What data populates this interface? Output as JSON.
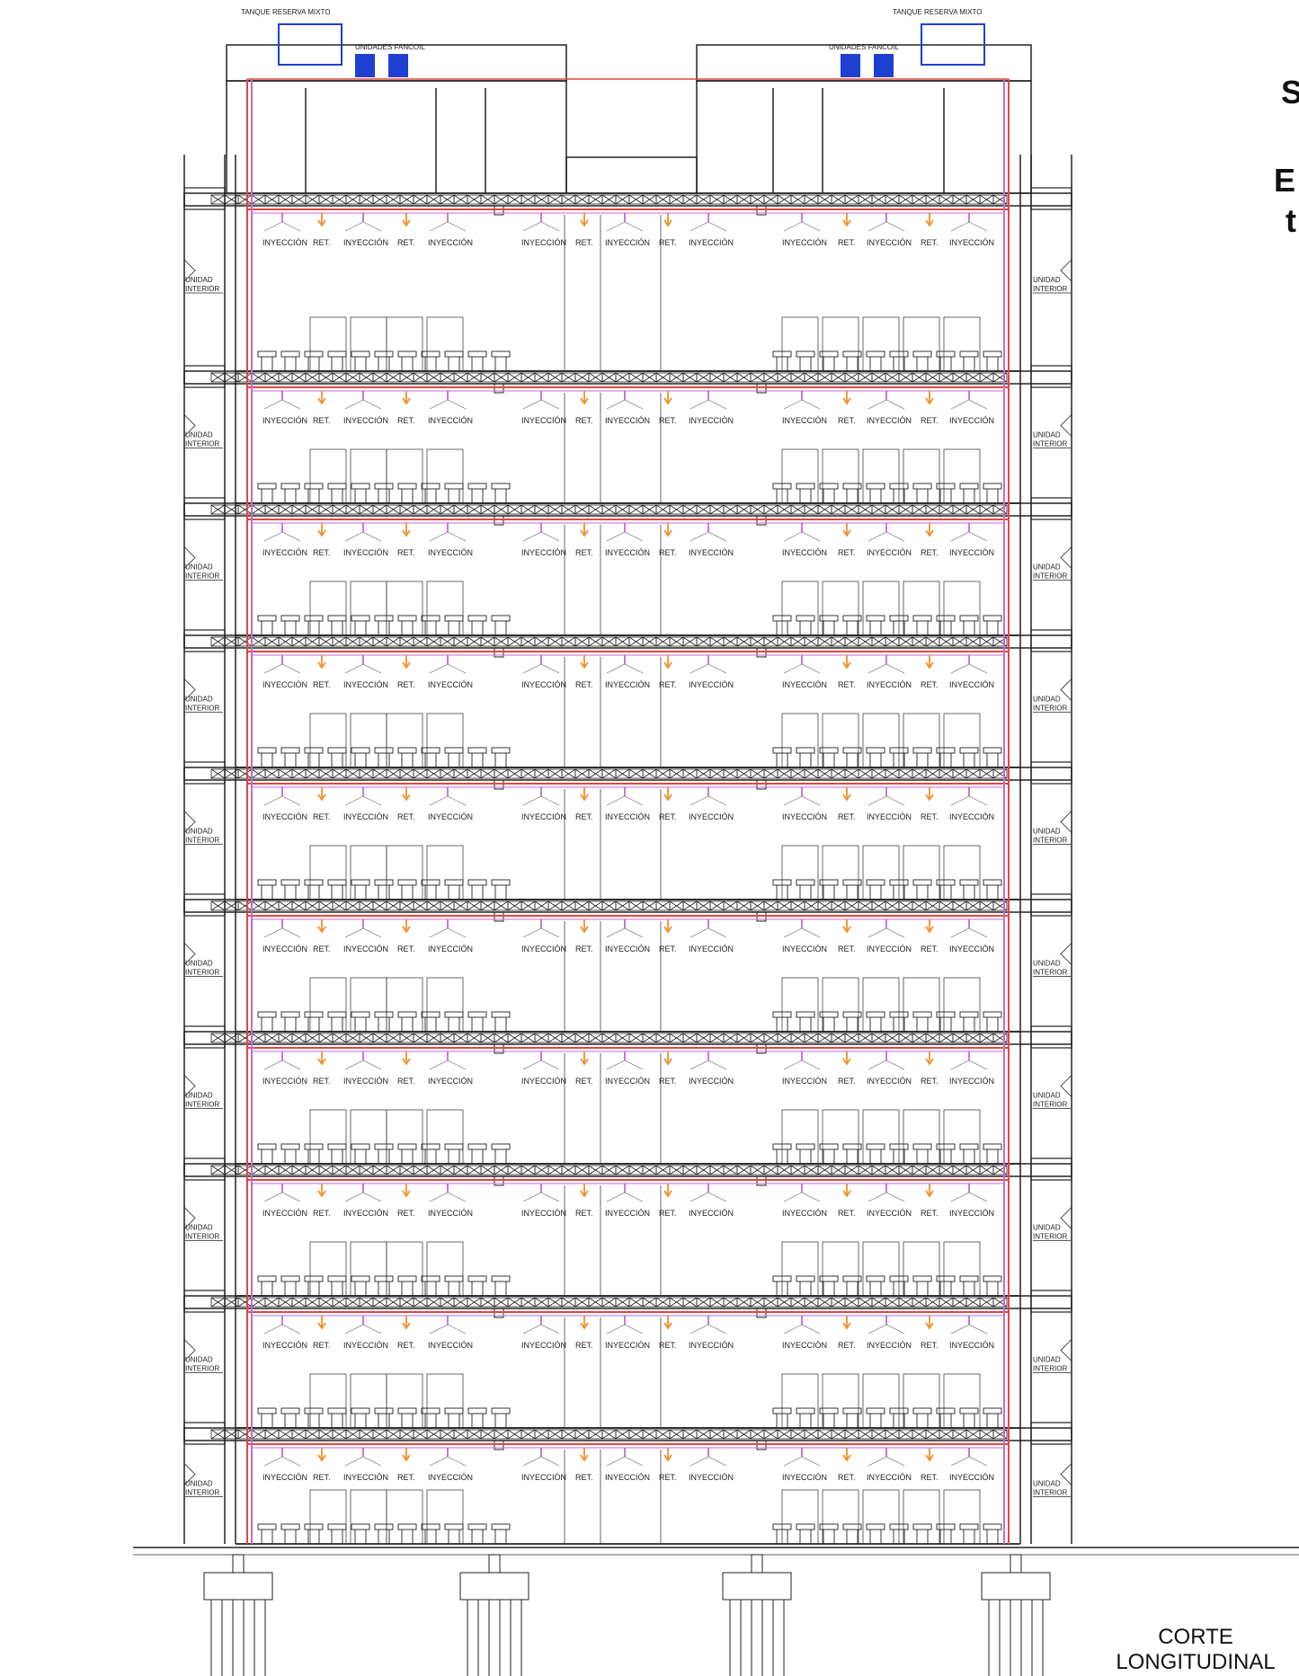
{
  "roof": {
    "tank_label": "TANQUE RESERVA MIXTO",
    "fancoil_label": "UNIDADES FANCOIL"
  },
  "labels": {
    "injection": "INYECCIÓN",
    "return": "RET.",
    "indoor_unit_line1": "UNIDAD",
    "indoor_unit_line2": "INTERIOR"
  },
  "side_text": {
    "line1": "S",
    "line2": "E",
    "line3": "t"
  },
  "caption": {
    "line1": "CORTE",
    "line2": "LONGITUDINAL"
  },
  "floors_count": 10,
  "colors": {
    "line": "#222222",
    "supply_pipe": "#e0483c",
    "return_pipe": "#c46ad6",
    "injection_diffuser": "#b04fd0",
    "return_grille": "#f0902a",
    "equipment": "#1f3fd1"
  }
}
